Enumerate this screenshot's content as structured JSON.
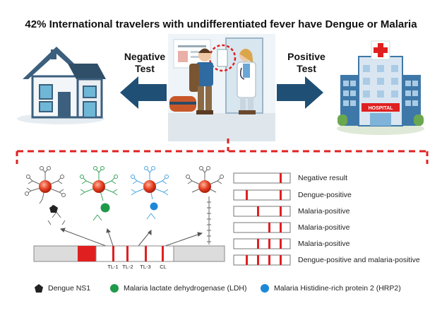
{
  "title": "42% International travelers with undifferentiated fever have Dengue or Malaria",
  "flow": {
    "negative_label_line1": "Negative",
    "negative_label_line2": "Test",
    "positive_label_line1": "Positive",
    "positive_label_line2": "Test",
    "hospital_sign": "HOSPITAL"
  },
  "strip": {
    "lines": [
      "TL-1",
      "TL-2",
      "TL-3",
      "CL"
    ]
  },
  "results": [
    {
      "label": "Negative result"
    },
    {
      "label": "Dengue-positive"
    },
    {
      "label": "Malaria-positive"
    },
    {
      "label": "Malaria-positive"
    },
    {
      "label": "Malaria-positive"
    },
    {
      "label": "Dengue-positive and malaria-positive"
    }
  ],
  "legend": [
    {
      "label": "Dengue NS1",
      "shape": "pentagon",
      "color": "#222222"
    },
    {
      "label": "Malaria lactate dehydrogenase (LDH)",
      "shape": "circle",
      "color": "#1f9a4b"
    },
    {
      "label": "Malaria Histidine-rich protein 2 (HRP2)",
      "shape": "circle",
      "color": "#1e88d8"
    }
  ],
  "colors": {
    "accent_red": "#e02020",
    "arrow_blue": "#1f4f74",
    "dengue_black": "#222222",
    "ldh_green": "#1f9a4b",
    "hrp2_blue": "#1e88d8"
  }
}
